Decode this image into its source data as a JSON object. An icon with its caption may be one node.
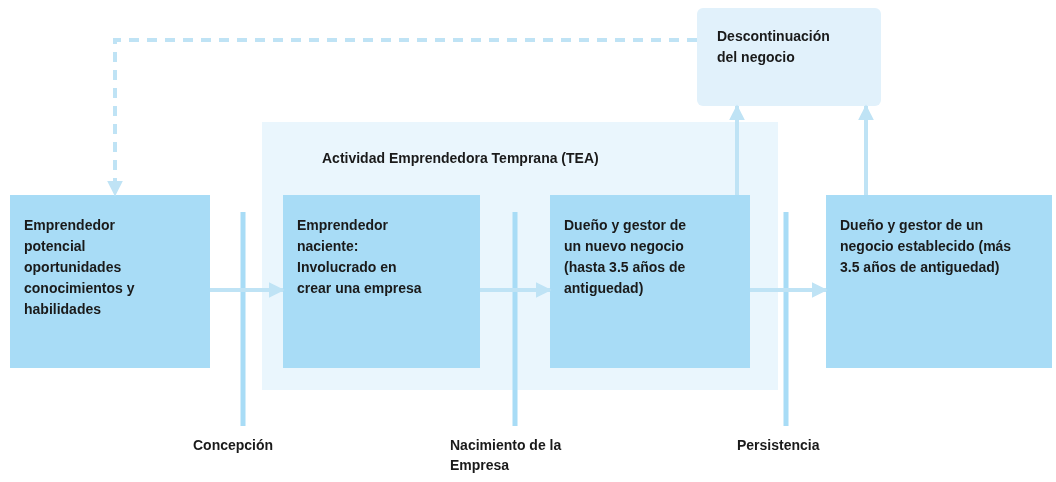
{
  "diagram": {
    "nodes": [
      {
        "text": [
          "Descontinuación del negocio"
        ]
      },
      {
        "text": [
          "Actividad Emprendedora Temprana (TEA)"
        ]
      },
      {
        "text": [
          "Emprendedor potencial oportunidades conocimientos y habilidades"
        ]
      },
      {
        "text": [
          "Emprendedor naciente: Involucrado en crear una empresa"
        ],
        "in": 1
      },
      {
        "text": [
          "Dueño y gestor de un nuevo negocio (hasta 3.5 años de antiguedad)"
        ],
        "in": 1
      },
      {
        "text": [
          "Dueño y gestor de un negocio establecido (más 3.5 años de antiguedad)"
        ]
      }
    ],
    "edges": [
      {
        "from": 2,
        "to": 3,
        "arrow": "to"
      },
      {
        "from": 3,
        "to": 4,
        "arrow": "to"
      },
      {
        "from": 4,
        "to": 5,
        "arrow": "to"
      },
      {
        "from": 4,
        "to": 0,
        "arrow": "to"
      },
      {
        "from": 5,
        "to": 0,
        "arrow": "to"
      },
      {
        "from": 0,
        "to": 2,
        "arrow": "to",
        "style": "dashed"
      }
    ],
    "labels": [
      "Concepción",
      "Nacimiento de la Empresa",
      "Persistencia"
    ]
  }
}
